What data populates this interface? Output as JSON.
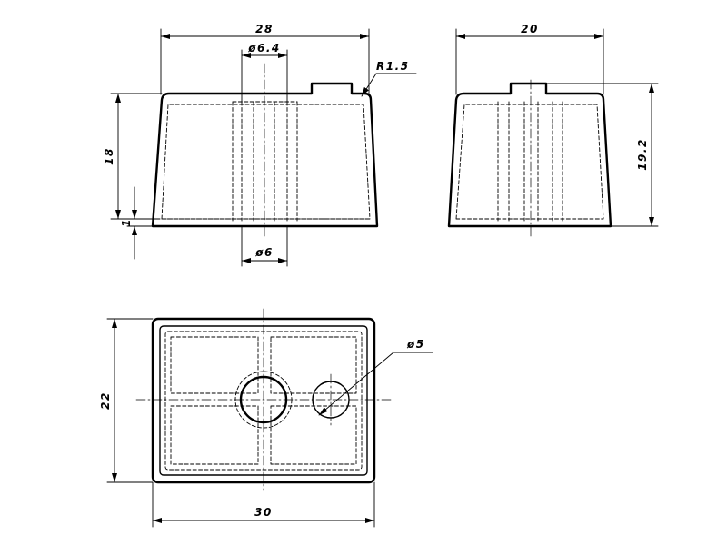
{
  "dimensions": {
    "front_width": "28",
    "hole_top_dia": "ø6.4",
    "corner_radius": "R1.5",
    "front_height": "18",
    "base_thickness": "1",
    "hole_bottom_dia": "ø6",
    "side_width": "20",
    "side_height": "19.2",
    "top_height": "22",
    "side_hole_dia": "ø5",
    "top_width": "30"
  }
}
